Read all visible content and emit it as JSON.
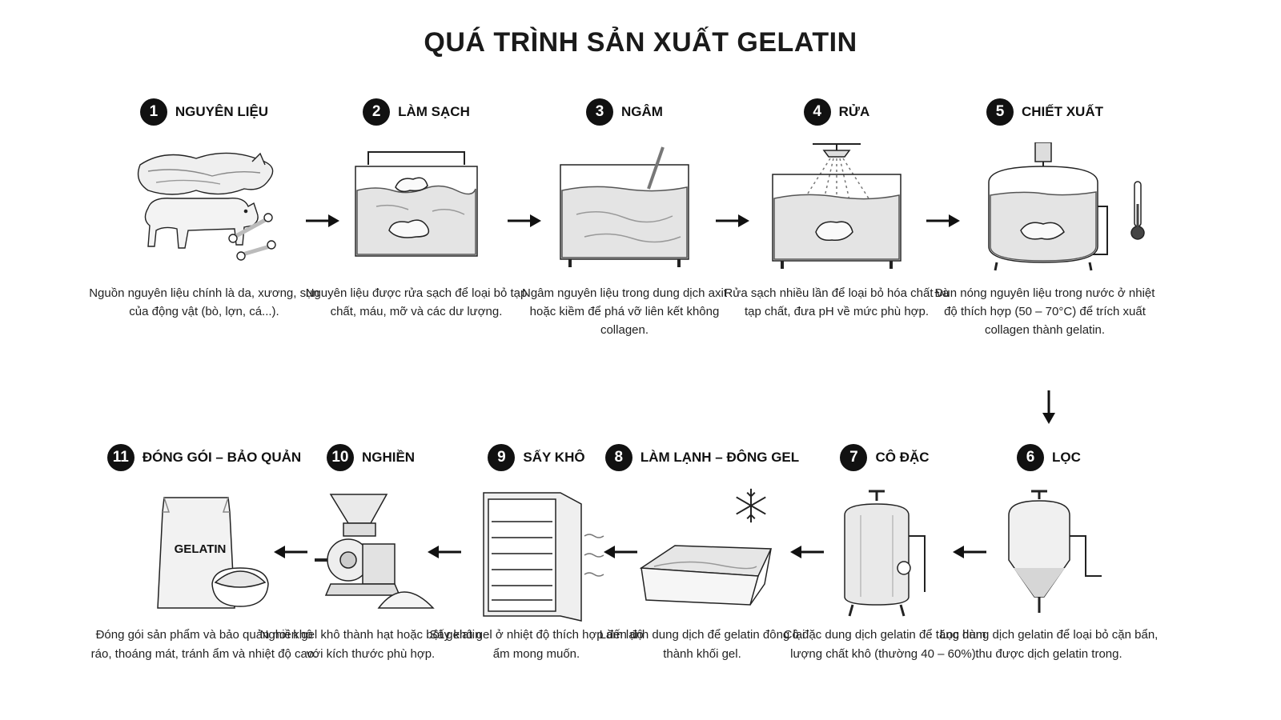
{
  "title": "QUÁ TRÌNH SẢN XUẤT GELATIN",
  "colors": {
    "ink": "#1a1a1a",
    "badge": "#111111",
    "liquid": "#e4e4e4",
    "metal": "#cfcfcf"
  },
  "steps": [
    {
      "number": "1",
      "label": "NGUYÊN LIỆU",
      "description": "Nguồn nguyên liệu chính là da, xương, sụn của động vật (bò, lợn, cá...).",
      "icon": "raw-materials-icon"
    },
    {
      "number": "2",
      "label": "LÀM SẠCH",
      "description": "Nguyên liệu được rửa sạch để loại bỏ tạp chất, máu, mỡ và các dư lượng.",
      "icon": "cleaning-tank-icon"
    },
    {
      "number": "3",
      "label": "NGÂM",
      "description": "Ngâm nguyên liệu trong dung dịch axit hoặc kiềm để phá vỡ liên kết không collagen.",
      "icon": "soaking-tank-icon"
    },
    {
      "number": "4",
      "label": "RỬA",
      "description": "Rửa sạch nhiều lần để loại bỏ hóa chất và tạp chất, đưa pH về mức phù hợp.",
      "icon": "shower-tank-icon"
    },
    {
      "number": "5",
      "label": "CHIẾT XUẤT",
      "description": "Đun nóng nguyên liệu trong nước ở nhiệt độ thích hợp (50 – 70°C) để trích xuất collagen thành gelatin.",
      "icon": "extraction-vessel-icon"
    },
    {
      "number": "6",
      "label": "LỌC",
      "description": "Lọc dung dịch gelatin để loại bỏ cặn bẩn, thu được dịch gelatin trong.",
      "icon": "filter-tank-icon"
    },
    {
      "number": "7",
      "label": "CÔ ĐẶC",
      "description": "Cô đặc dung dịch gelatin để tăng hàm lượng chất khô (thường 40 – 60%).",
      "icon": "evaporator-tank-icon"
    },
    {
      "number": "8",
      "label": "LÀM LẠNH – ĐÔNG GEL",
      "description": "Làm lạnh dung dịch để gelatin đông lại thành khối gel.",
      "icon": "cooling-tray-icon"
    },
    {
      "number": "9",
      "label": "SẤY KHÔ",
      "description": "Sấy khô gel ở nhiệt độ thích hợp đến độ ẩm mong muốn.",
      "icon": "drying-cabinet-icon"
    },
    {
      "number": "10",
      "label": "NGHIỀN",
      "description": "Nghiền gel khô thành hạt hoặc bột gelatin với kích thước phù hợp.",
      "icon": "grinder-icon"
    },
    {
      "number": "11",
      "label": "ĐÓNG GÓI – BẢO QUẢN",
      "description": "Đóng gói sản phẩm và bảo quản nơi khô ráo, thoáng mát, tránh ẩm và nhiệt độ cao.",
      "icon": "package-bag-icon"
    }
  ],
  "package_text": "GELATIN"
}
